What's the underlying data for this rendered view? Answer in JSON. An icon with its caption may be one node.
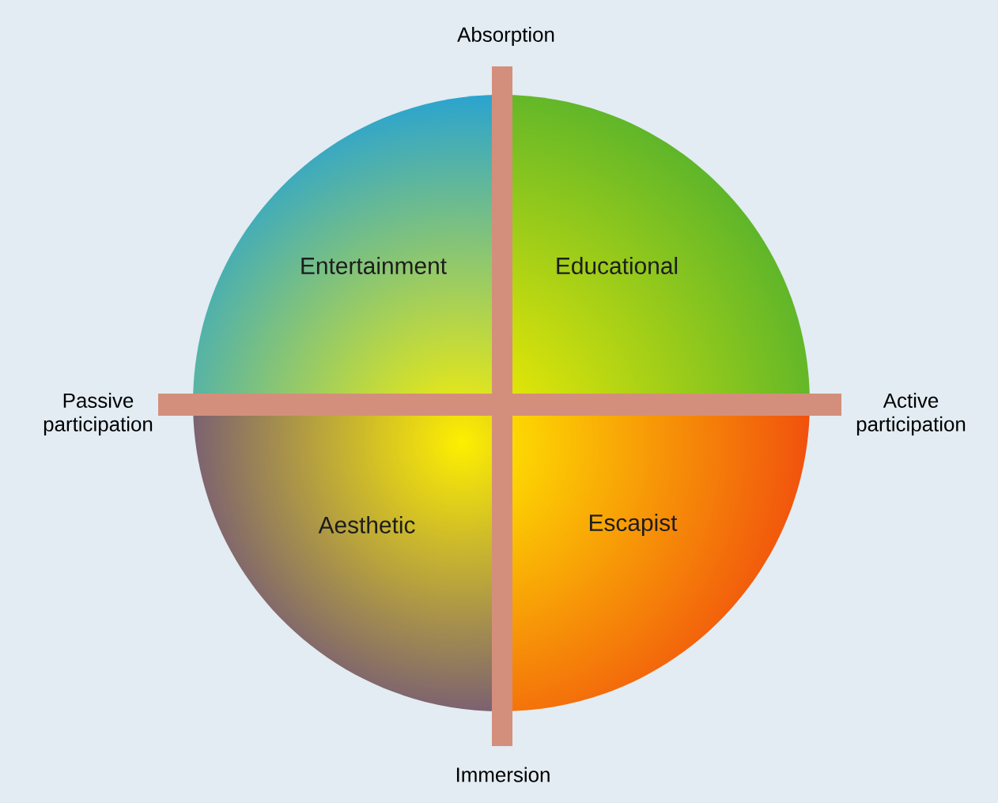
{
  "diagram": {
    "nodes": [
      {
        "text": [
          "Entertainment"
        ]
      },
      {
        "text": [
          "Educational"
        ]
      },
      {
        "text": [
          "Aesthetic"
        ]
      },
      {
        "text": [
          "Escapist"
        ]
      }
    ],
    "labels": [
      "Absorption",
      "Passive participation",
      "Active participation",
      "Immersion"
    ]
  }
}
